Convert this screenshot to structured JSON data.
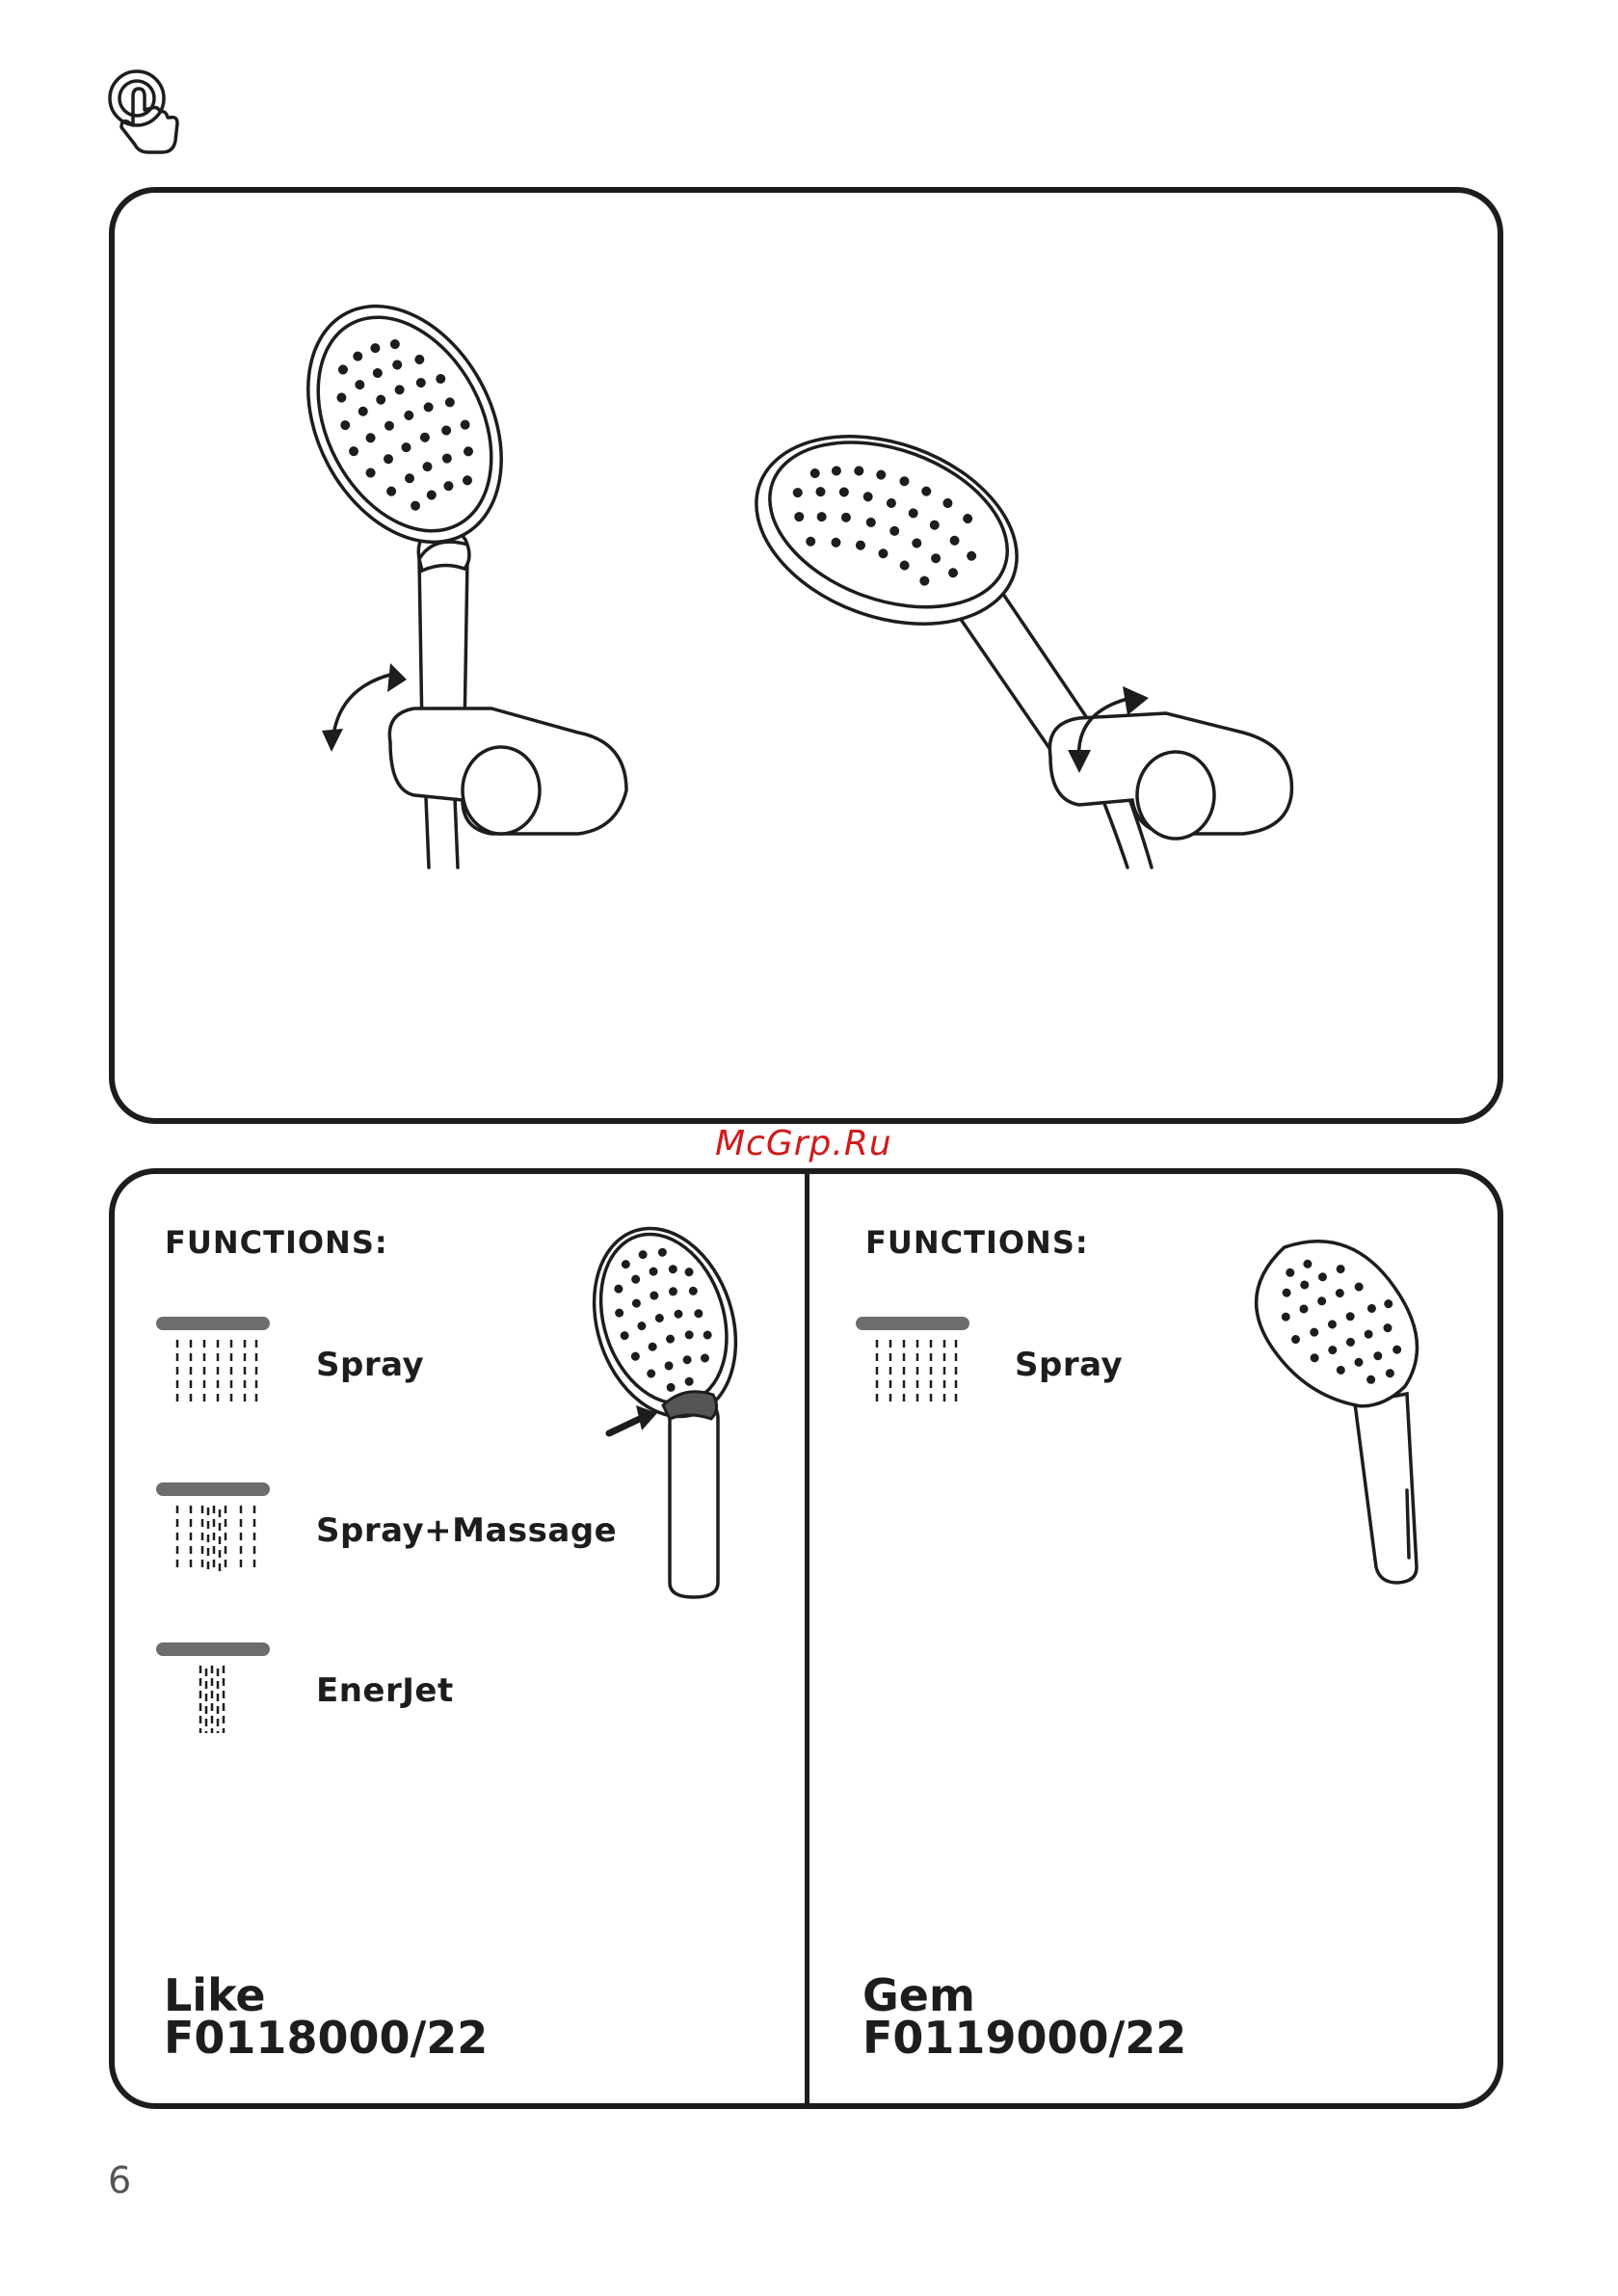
{
  "watermark": "McGrp.Ru",
  "page_number": "6",
  "left_column": {
    "heading": "FUNCTIONS:",
    "functions": [
      {
        "label": "Spray",
        "icon": "spray-pattern-icon"
      },
      {
        "label": "Spray+Massage",
        "icon": "spray-massage-pattern-icon"
      },
      {
        "label": "EnerJet",
        "icon": "enerjet-pattern-icon"
      }
    ],
    "model_name": "Like",
    "model_code": "F0118000/22"
  },
  "right_column": {
    "heading": "FUNCTIONS:",
    "functions": [
      {
        "label": "Spray",
        "icon": "spray-pattern-icon"
      }
    ],
    "model_name": "Gem",
    "model_code": "F0119000/22"
  },
  "colors": {
    "ink": "#1d1d1b",
    "watermark": "#d11a1a"
  }
}
